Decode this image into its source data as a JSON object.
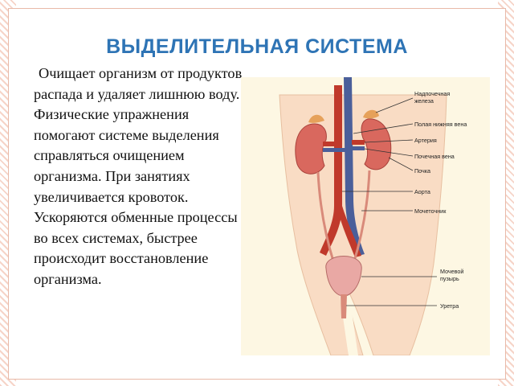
{
  "slide": {
    "title": "ВЫДЕЛИТЕЛЬНАЯ СИСТЕМА",
    "body": "Очищает организм от продуктов распада и удаляет лишнюю воду. Физические упражнения помогают системе выделения справляться очищением организма. При занятиях увеличивается кровоток. Ускоряются обменные процессы во всех системах, быстрее происходит восстановление организма."
  },
  "figure": {
    "labels": {
      "adrenal_1": "Надпочечная",
      "adrenal_2": "железа",
      "ivc": "Полая нижняя вена",
      "artery": "Артерия",
      "renal_vein": "Почечная вена",
      "kidney": "Почка",
      "aorta": "Аорта",
      "ureter": "Мочеточник",
      "bladder_1": "Мочевой",
      "bladder_2": "пузырь",
      "urethra": "Уретра"
    }
  }
}
